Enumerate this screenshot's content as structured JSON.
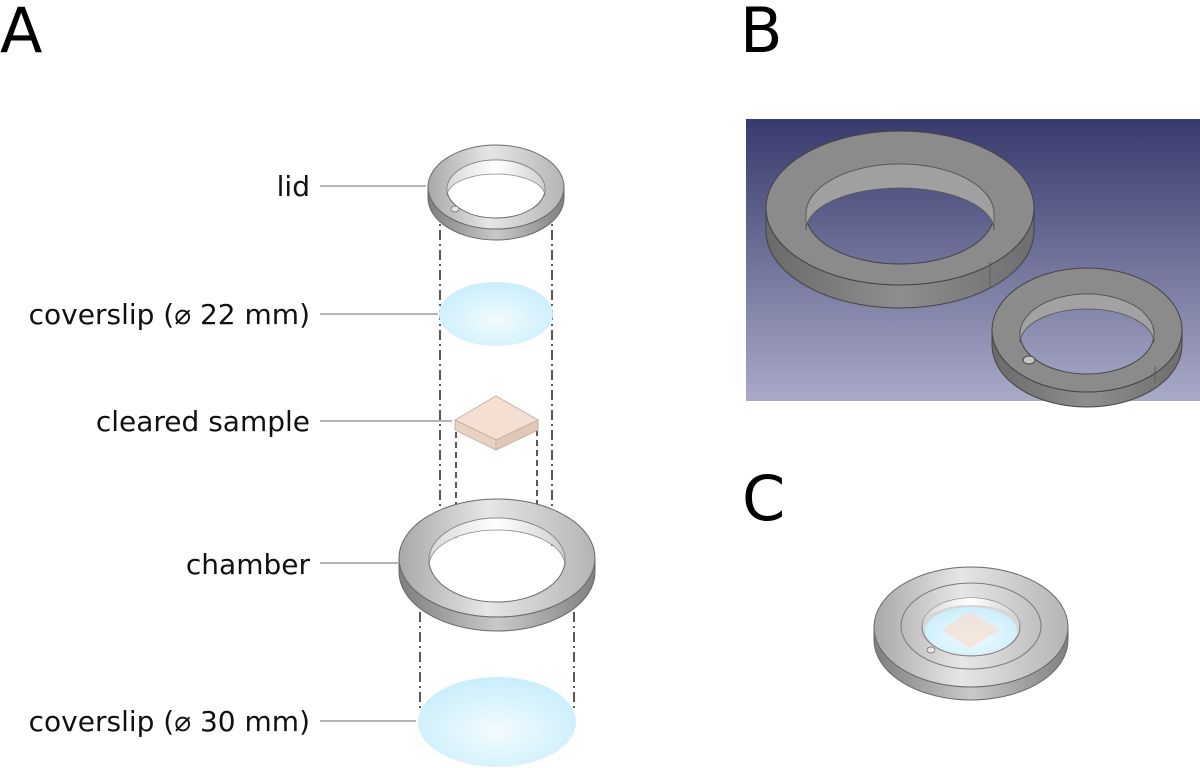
{
  "panels": {
    "a": "A",
    "b": "B",
    "c": "C"
  },
  "labels": {
    "lid": "lid",
    "coverslip_small": "coverslip (⌀ 22 mm)",
    "cleared_sample": "cleared sample",
    "chamber": "chamber",
    "coverslip_large": "coverslip (⌀ 30 mm)"
  },
  "colors": {
    "ring_top": "#cfcfcf",
    "ring_side": "#9a9a9a",
    "coverslip": "#d4f1fb",
    "sample": "#f4dfd2",
    "render_bg_top": "#383a6e",
    "render_bg_bottom": "#a7a8c6"
  }
}
